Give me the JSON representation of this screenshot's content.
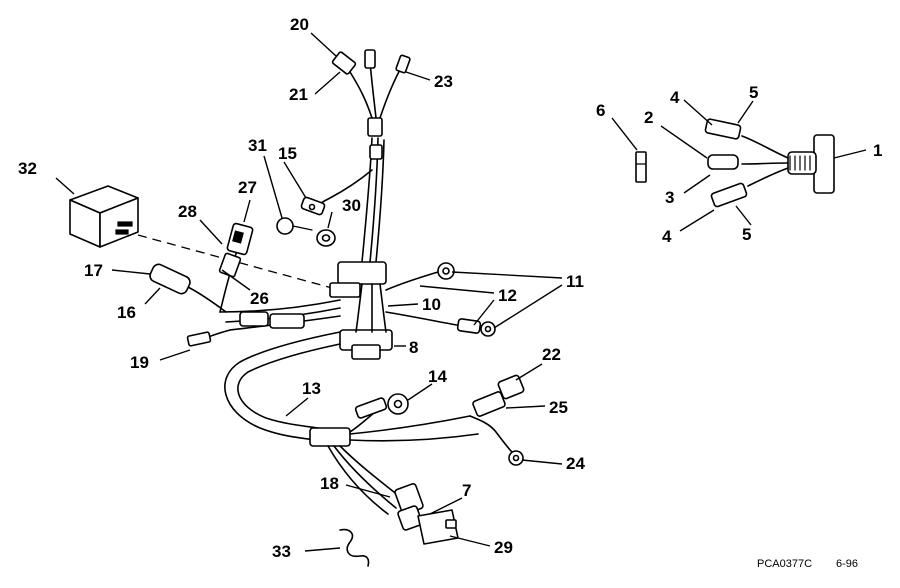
{
  "callouts": {
    "n1": "1",
    "n2": "2",
    "n3": "3",
    "n4a": "4",
    "n4b": "4",
    "n5a": "5",
    "n5b": "5",
    "n6": "6",
    "n7": "7",
    "n8": "8",
    "n10": "10",
    "n11": "11",
    "n12": "12",
    "n13": "13",
    "n14": "14",
    "n15": "15",
    "n16": "16",
    "n17": "17",
    "n18": "18",
    "n19": "19",
    "n20": "20",
    "n21": "21",
    "n22": "22",
    "n23": "23",
    "n24": "24",
    "n25": "25",
    "n26": "26",
    "n27": "27",
    "n28": "28",
    "n29": "29",
    "n30": "30",
    "n31": "31",
    "n32": "32",
    "n33": "33"
  },
  "drawing_ref": "PCA0377C",
  "drawing_date": "6-96"
}
